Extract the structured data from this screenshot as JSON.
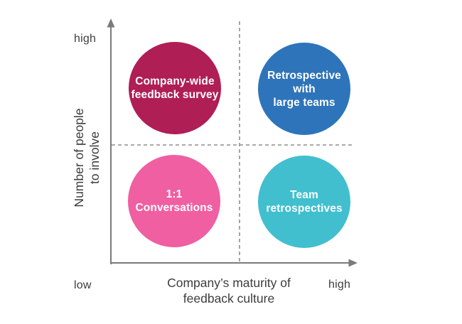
{
  "y_axis": {
    "title": "Number of people\nto involve",
    "high_label": "high"
  },
  "x_axis": {
    "title": "Company’s maturity of\nfeedback culture",
    "high_label": "high"
  },
  "origin": {
    "low_label": "low"
  },
  "quadrants": {
    "top_left": {
      "label": "Company-wide\nfeedback survey",
      "color": "#b01e56"
    },
    "top_right": {
      "label": "Retrospective\nwith\nlarge teams",
      "color": "#2e74ba"
    },
    "bottom_left": {
      "label": "1:1\nConversations",
      "color": "#ef5fa2"
    },
    "bottom_right": {
      "label": "Team\nretrospectives",
      "color": "#41bfce"
    }
  },
  "style_colors": {
    "axis_line": "#7a7a7a",
    "dashed_line": "#8e8e8e",
    "axis_text": "#3d3d3d",
    "bubble_text": "#ffffff"
  }
}
